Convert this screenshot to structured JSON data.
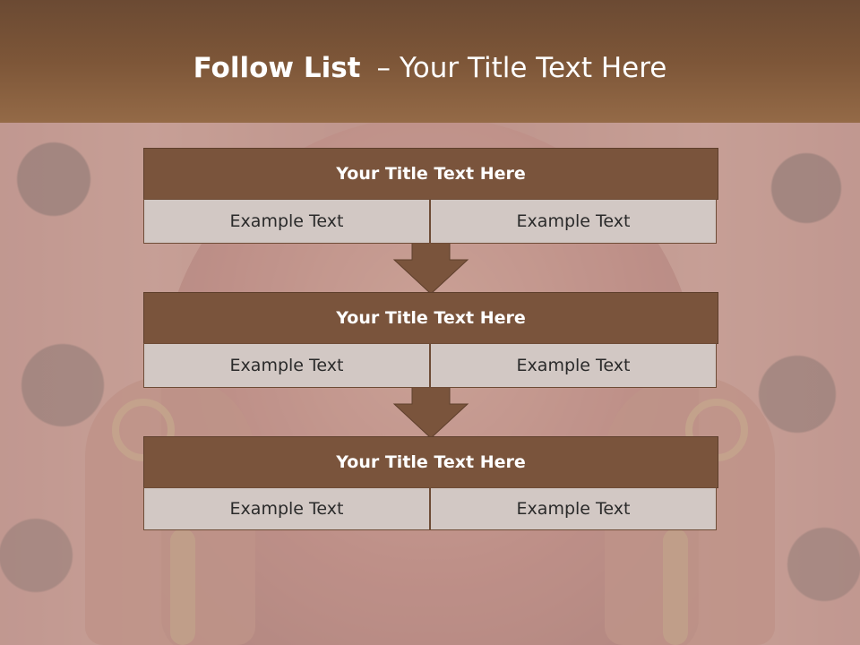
{
  "slide": {
    "title_bold": "Follow List",
    "title_separator": "–",
    "title_rest": "Your Title Text Here"
  },
  "blocks": [
    {
      "title": "Your Title Text Here",
      "left_text": "Example Text",
      "right_text": "Example Text"
    },
    {
      "title": "Your Title Text Here",
      "left_text": "Example Text",
      "right_text": "Example Text"
    },
    {
      "title": "Your Title Text Here",
      "left_text": "Example Text",
      "right_text": "Example Text"
    }
  ],
  "colors": {
    "header": "#7d5638",
    "block_title_fill": "#7a543c",
    "cell_fill": "#d2c8c4",
    "arrow_fill": "#7a543c"
  }
}
